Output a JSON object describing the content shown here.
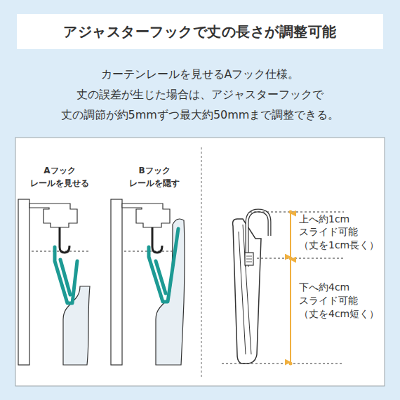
{
  "diagram": {
    "title": "アジャスターフックで丈の長さが調整可能",
    "labels": [
      "カーテンレールを見せるAフック仕様。",
      "丈の誤差が生じた場合は、アジャスターフックで",
      "丈の調節が約5mmずつ最大約50mmまで調整できる。",
      "Aフック",
      "レールを見せる",
      "Bフック",
      "レールを隠す",
      "上へ約1cm",
      "スライド可能",
      "（丈を1cm長く）",
      "下へ約4cm",
      "スライド可能",
      "（丈を4cm短く）"
    ]
  }
}
